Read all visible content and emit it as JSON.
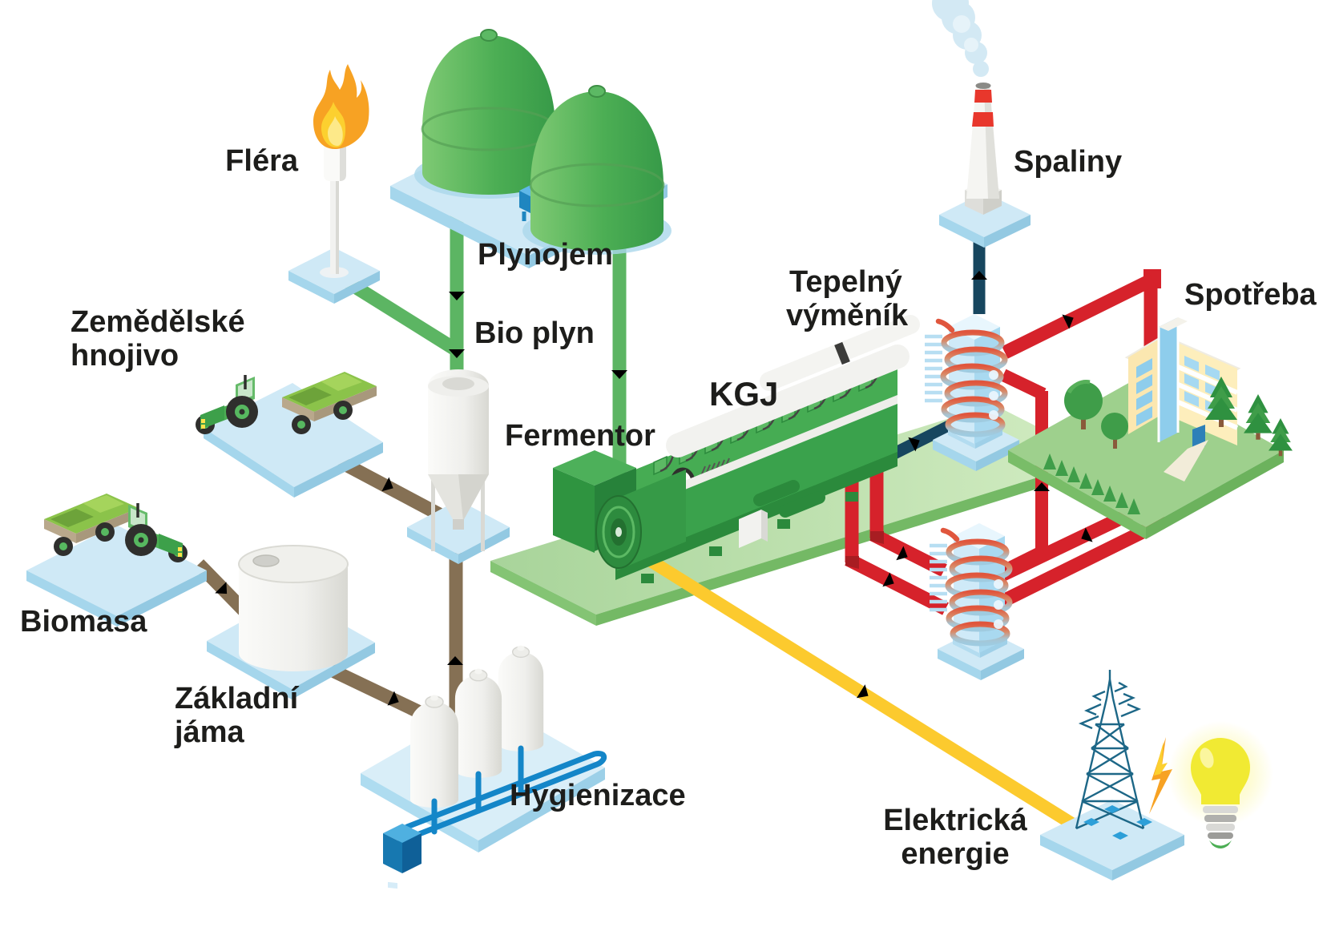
{
  "diagram": {
    "labels": {
      "flare": "Fléra",
      "gas_holder": "Plynojem",
      "biogas": "Bio plyn",
      "fertilizer_line1": "Zemědělské",
      "fertilizer_line2": "hnojivo",
      "fermenter": "Fermentor",
      "biomass": "Biomasa",
      "pit_line1": "Základní",
      "pit_line2": "jáma",
      "hygienization": "Hygienizace",
      "chp_unit": "KGJ",
      "flue_gas": "Spaliny",
      "heat_exchanger_line1": "Tepelný",
      "heat_exchanger_line2": "výměník",
      "consumption": "Spotřeba",
      "electricity_line1": "Elektrická",
      "electricity_line2": "energie"
    },
    "flow_colors": {
      "biogas": "#5cb563",
      "biomass": "#857054",
      "flue_gas": "#17465f",
      "hot_water": "#d6222b",
      "electricity": "#fcca2e"
    },
    "accent_colors": {
      "platform_blue": "#cfe9f6",
      "tank_green": "#4cae54",
      "machine_green": "#3aa24c",
      "text": "#1d1d1b",
      "chimney_band_red": "#e8372c",
      "bulb_yellow": "#f1ea33"
    }
  }
}
